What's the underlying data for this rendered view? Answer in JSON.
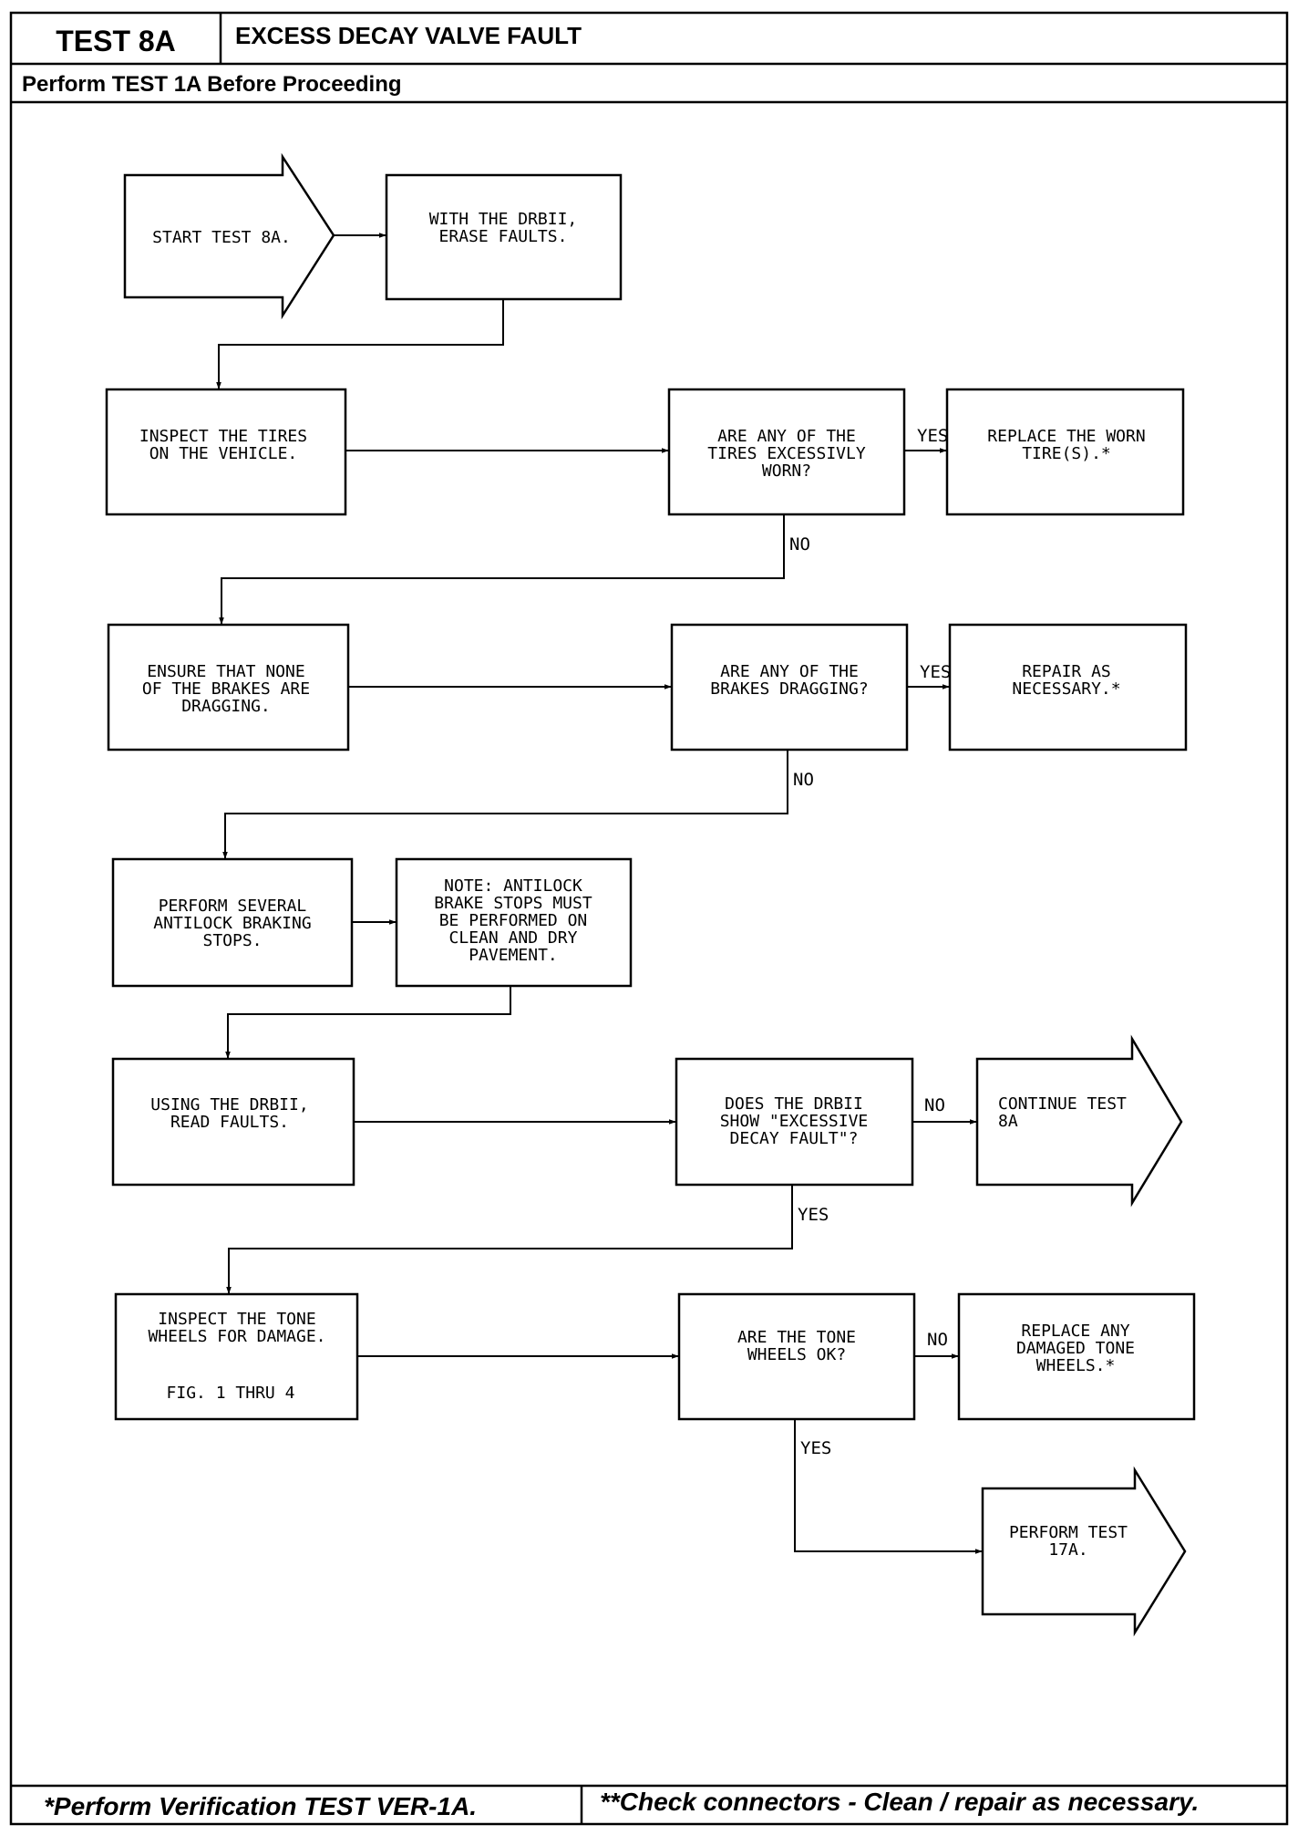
{
  "header": {
    "test_id": "TEST 8A",
    "title": "EXCESS DECAY VALVE FAULT",
    "subtitle": "Perform TEST 1A Before Proceeding"
  },
  "footer": {
    "left": "*Perform Verification TEST VER-1A.",
    "right": "**Check connectors - Clean / repair as necessary."
  },
  "flow": {
    "start": [
      "START TEST 8A."
    ],
    "erase": [
      "WITH THE DRBII,",
      "ERASE FAULTS."
    ],
    "inspect_tires": [
      "INSPECT THE TIRES",
      "ON THE VEHICLE."
    ],
    "q_tires": [
      "ARE ANY OF THE",
      "TIRES EXCESSIVLY",
      "WORN?"
    ],
    "replace_tires": [
      "REPLACE THE WORN",
      "TIRE(S).*"
    ],
    "ensure_brakes": [
      "ENSURE THAT NONE",
      "OF THE BRAKES ARE",
      "DRAGGING."
    ],
    "q_brakes": [
      "ARE ANY OF THE",
      "BRAKES DRAGGING?"
    ],
    "repair": [
      "REPAIR AS",
      "NECESSARY.*"
    ],
    "perform_stops": [
      "PERFORM SEVERAL",
      "ANTILOCK BRAKING",
      "STOPS."
    ],
    "note": [
      "NOTE: ANTILOCK",
      "BRAKE STOPS MUST",
      "BE PERFORMED ON",
      "CLEAN AND DRY",
      "PAVEMENT."
    ],
    "read_faults": [
      "USING THE DRBII,",
      "READ FAULTS."
    ],
    "q_fault": [
      "DOES THE DRBII",
      "SHOW \"EXCESSIVE",
      "DECAY FAULT\"?"
    ],
    "continue": [
      "CONTINUE TEST",
      "8A"
    ],
    "inspect_tone": [
      "INSPECT THE TONE",
      "WHEELS FOR DAMAGE."
    ],
    "fig_ref": "FIG. 1 THRU 4",
    "q_tone": [
      "ARE THE TONE",
      "WHEELS OK?"
    ],
    "replace_tone": [
      "REPLACE ANY",
      "DAMAGED TONE",
      "WHEELS.*"
    ],
    "perform_17a": [
      "PERFORM TEST",
      "17A."
    ]
  },
  "labels": {
    "tires_yes": "YES",
    "tires_no": "NO",
    "brakes_yes": "YES",
    "brakes_no": "NO",
    "fault_no": "NO",
    "fault_yes": "YES",
    "tone_no": "NO",
    "tone_yes": "YES"
  }
}
